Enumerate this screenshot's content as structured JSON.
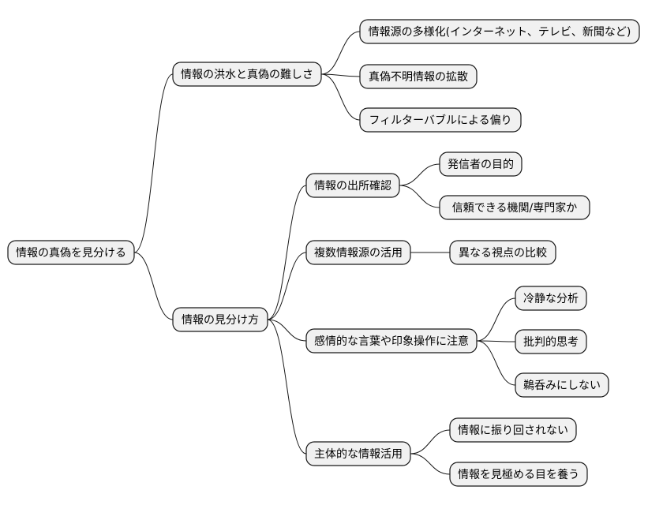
{
  "colors": {
    "node_fill": "#f1f1f1",
    "node_stroke": "#181818",
    "line": "#181818",
    "text": "#000000"
  },
  "mindmap": {
    "root": "情報の真偽を見分ける",
    "branches": [
      {
        "label": "情報の洪水と真偽の難しさ",
        "children": [
          {
            "label": "情報源の多様化(インターネット、テレビ、新聞など)"
          },
          {
            "label": "真偽不明情報の拡散"
          },
          {
            "label": "フィルターバブルによる偏り"
          }
        ]
      },
      {
        "label": "情報の見分け方",
        "children": [
          {
            "label": "情報の出所確認",
            "children": [
              {
                "label": "発信者の目的"
              },
              {
                "label": "信頼できる機関/専門家か"
              }
            ]
          },
          {
            "label": "複数情報源の活用",
            "children": [
              {
                "label": "異なる視点の比較"
              }
            ]
          },
          {
            "label": "感情的な言葉や印象操作に注意",
            "children": [
              {
                "label": "冷静な分析"
              },
              {
                "label": "批判的思考"
              },
              {
                "label": "鵜呑みにしない"
              }
            ]
          },
          {
            "label": "主体的な情報活用",
            "children": [
              {
                "label": "情報に振り回されない"
              },
              {
                "label": "情報を見極める目を養う"
              }
            ]
          }
        ]
      }
    ]
  }
}
